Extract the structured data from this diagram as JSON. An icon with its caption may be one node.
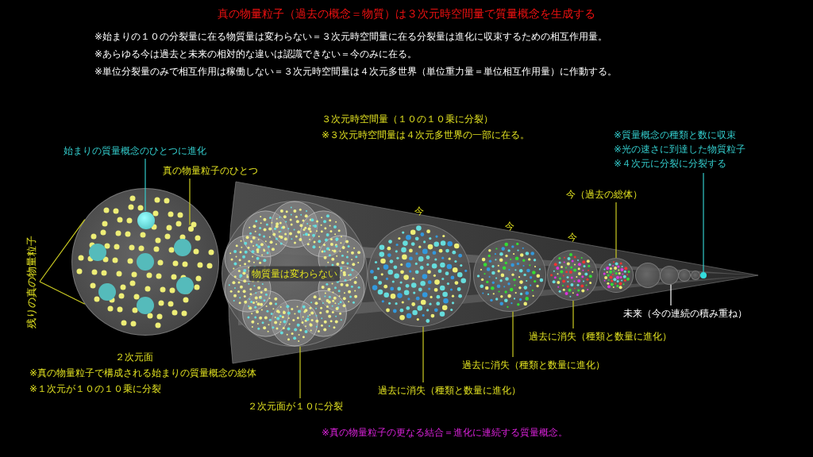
{
  "diagram": {
    "title": "真の物量粒子（過去の概念＝物質）は３次元時空間量で質量概念を生成する",
    "caption": "※真の物量粒子の更なる結合＝進化に連続する質量概念。",
    "nodes": [
      {
        "text": [
          "始まりの質量概念のひとつに進化"
        ]
      },
      {
        "text": [
          "真の物量粒子のひとつ"
        ]
      },
      {
        "text": [
          "残りの真の物量粒子"
        ]
      },
      {
        "text": [],
        "shape": "circle",
        "beside": [
          "２次元面",
          "※真の物量粒子で構成される始まりの質量概念の総体",
          "※１次元が１０の１０乗に分裂"
        ]
      },
      {
        "text": [],
        "shape": "circle",
        "in": 3
      },
      {
        "text": [],
        "shape": "circle",
        "in": 3
      },
      {
        "text": [
          "物質量は変わらない"
        ]
      },
      {
        "text": [
          "２次元面が１０に分裂"
        ]
      },
      {
        "text": [],
        "shape": "circle",
        "beside": [
          "今"
        ]
      },
      {
        "text": [
          "過去に消失（種類と数量に進化）"
        ]
      },
      {
        "text": [],
        "shape": "circle",
        "beside": [
          "今"
        ]
      },
      {
        "text": [
          "過去に消失（種類と数量に進化）"
        ]
      },
      {
        "text": [],
        "shape": "circle",
        "beside": [
          "今"
        ]
      },
      {
        "text": [
          "過去に消失（種類と数量に進化）"
        ]
      },
      {
        "text": [
          "今（過去の総体）"
        ]
      },
      {
        "text": [],
        "shape": "circle"
      },
      {
        "text": [],
        "shape": "circle"
      },
      {
        "text": [],
        "shape": "circle"
      },
      {
        "text": [],
        "shape": "circle"
      },
      {
        "text": [],
        "shape": "circle"
      },
      {
        "text": [
          "未来（今の連続の積み重ね）"
        ]
      },
      {
        "text": [],
        "shape": "circle"
      },
      {
        "text": [
          "※質量概念の種類と数に収束",
          "※光の速さに到達した物質粒子",
          "※４次元に分裂に分裂する"
        ]
      }
    ],
    "edges": [
      {
        "from": 0,
        "to": 4,
        "arrow": "none",
        "color": "#33cccc"
      },
      {
        "from": 1,
        "to": 5,
        "arrow": "none"
      },
      {
        "from": 2,
        "to": 3,
        "arrow": "none"
      },
      {
        "from": 7,
        "to": 6,
        "arrow": "none"
      },
      {
        "from": 9,
        "to": 8,
        "arrow": "none"
      },
      {
        "from": 11,
        "to": 10,
        "arrow": "none"
      },
      {
        "from": 13,
        "to": 12,
        "arrow": "none"
      },
      {
        "from": 14,
        "to": 15,
        "arrow": "none"
      },
      {
        "from": 20,
        "to": 17,
        "arrow": "none",
        "color": "#ffffff"
      },
      {
        "from": 22,
        "to": 21,
        "arrow": "none",
        "color": "#33cccc"
      }
    ],
    "labels": [
      "※始まりの１０の分裂量に在る物質量は変わらない＝３次元時空間量に在る分裂量は進化に収束するための相互作用量。",
      "※あらゆる今は過去と未来の相対的な違いは認識できない＝今のみに在る。",
      "※単位分裂量のみで相互作用は稼働しない＝３次元時空間量は４次元多世界（単位重力量＝単位相互作用量）に作動する。",
      "３次元時空間量（１０の１０乗に分裂）",
      "※３次元時空間量は４次元多世界の一部に在る。"
    ]
  }
}
